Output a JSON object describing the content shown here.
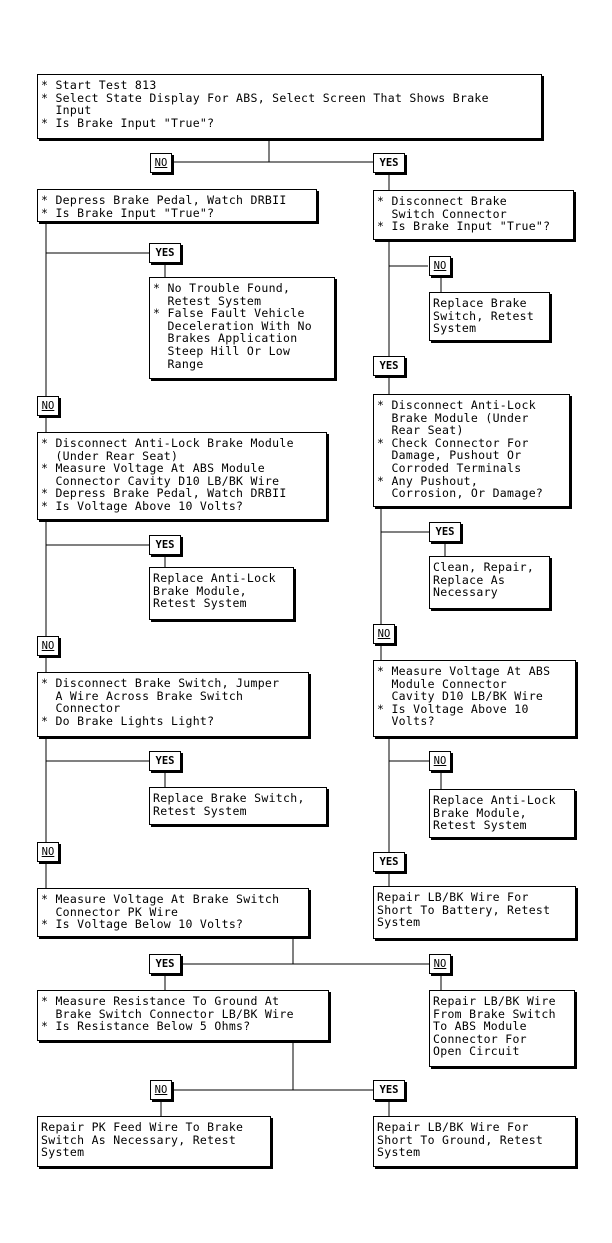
{
  "boxes": {
    "b1": "* Start Test 813\n* Select State Display For ABS, Select Screen That Shows Brake\n  Input\n* Is Brake Input \"True\"?",
    "b2": "* Depress Brake Pedal, Watch DRBII\n* Is Brake Input \"True\"?",
    "b3": "* Disconnect Brake\n  Switch Connector\n* Is Brake Input \"True\"?",
    "b4": "* No Trouble Found,\n  Retest System\n* False Fault Vehicle\n  Deceleration With No\n  Brakes Application\n  Steep Hill Or Low\n  Range",
    "b5": "Replace Brake\nSwitch, Retest\nSystem",
    "b6": "* Disconnect Anti-Lock\n  Brake Module (Under\n  Rear Seat)\n* Check Connector For\n  Damage, Pushout Or\n  Corroded Terminals\n* Any Pushout,\n  Corrosion, Or Damage?",
    "b7": "* Disconnect Anti-Lock Brake Module\n  (Under Rear Seat)\n* Measure Voltage At ABS Module\n  Connector Cavity D10 LB/BK Wire\n* Depress Brake Pedal, Watch DRBII\n* Is Voltage Above 10 Volts?",
    "b8": "Clean, Repair,\nReplace As\nNecessary",
    "b9": "Replace Anti-Lock\nBrake Module,\nRetest System",
    "b10": "* Measure Voltage At ABS\n  Module Connector\n  Cavity D10 LB/BK Wire\n* Is Voltage Above 10\n  Volts?",
    "b11": "* Disconnect Brake Switch, Jumper\n  A Wire Across Brake Switch\n  Connector\n* Do Brake Lights Light?",
    "b12": "Replace Brake Switch,\nRetest System",
    "b13": "Replace Anti-Lock\nBrake Module,\nRetest System",
    "b14": "* Measure Voltage At Brake Switch\n  Connector PK Wire\n* Is Voltage Below 10 Volts?",
    "b15": "Repair LB/BK Wire For\nShort To Battery, Retest\nSystem",
    "b16": "* Measure Resistance To Ground At\n  Brake Switch Connector LB/BK Wire\n* Is Resistance Below 5 Ohms?",
    "b17": "Repair LB/BK Wire\nFrom Brake Switch\nTo ABS Module\nConnector For\nOpen Circuit",
    "b18": "Repair PK Feed Wire To Brake\nSwitch As Necessary, Retest\nSystem",
    "b19": "Repair LB/BK Wire For\nShort To Ground, Retest\nSystem"
  },
  "labels": {
    "yes": "YES",
    "no": "NO"
  }
}
